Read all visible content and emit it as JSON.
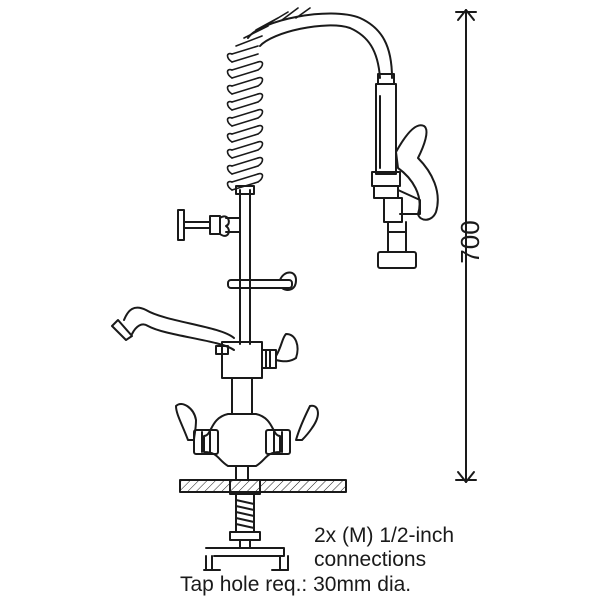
{
  "dimension": {
    "height_label": "700"
  },
  "notes": {
    "connections_line1": "2x (M) 1/2-inch",
    "connections_line2": "connections",
    "tap_hole": "Tap hole req.: 30mm dia."
  },
  "colors": {
    "line": "#1a1a1a",
    "background": "#ffffff"
  }
}
